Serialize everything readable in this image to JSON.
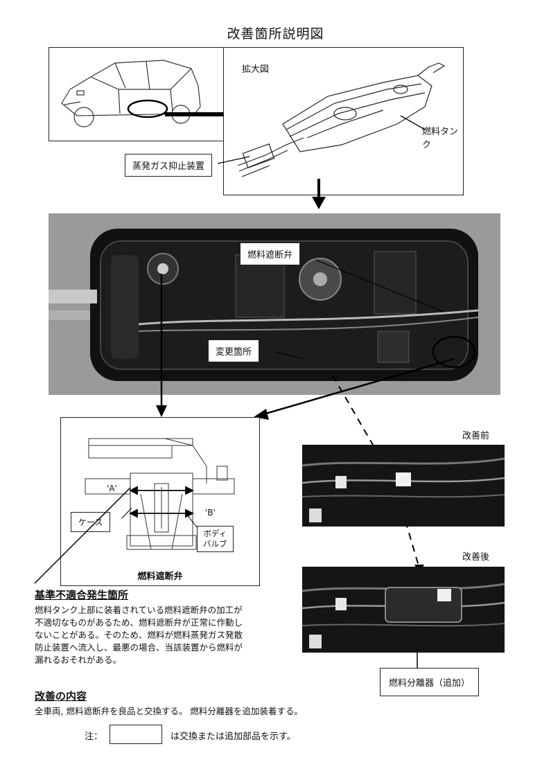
{
  "page": {
    "title": "改善箇所説明図"
  },
  "top": {
    "zoom_label": "拡大図",
    "fuel_tank_label": "燃料タンク",
    "evap_label": "蒸発ガス抑止装置"
  },
  "photo": {
    "valve_label": "燃料遮断弁",
    "change_label": "変更箇所"
  },
  "diagram": {
    "label_a": "'A'",
    "label_b": "'B'",
    "case_label": "ケース",
    "body_label_line1": "ボディ",
    "body_label_line2": "バルブ",
    "caption": "燃料遮断弁"
  },
  "side": {
    "before_label": "改善前",
    "after_label": "改善後",
    "separator_label": "燃料分離器（追加）"
  },
  "defect": {
    "heading": "基準不適合発生箇所",
    "lines": [
      "燃料タンク上部に装着されている燃料遮断弁の加工が",
      "不適切なものがあるため、燃料遮断弁が正常に作動し",
      "ないことがある。そのため、燃料が燃料蒸発ガス発散",
      "防止装置へ流入し、最悪の場合、当該装置から燃料が",
      "漏れるおそれがある。"
    ]
  },
  "fix": {
    "heading": "改善の内容",
    "text": "全車両, 燃料遮断弁を良品と交換する。  燃料分離器を追加装着する。"
  },
  "note": {
    "prefix": "注：",
    "suffix": "は交換または追加部品を示す。"
  }
}
